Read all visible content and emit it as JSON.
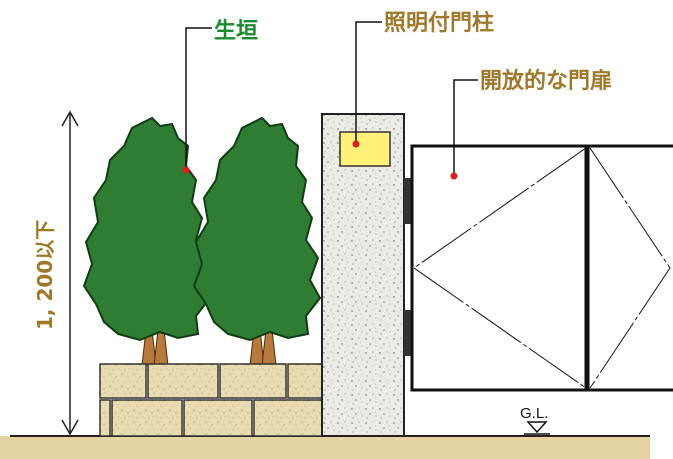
{
  "labels": {
    "hedge": "生垣",
    "gate_light_pillar": "照明付門柱",
    "open_gate": "開放的な門扉",
    "height_limit": "1, 200以下",
    "ground_level": "G.L."
  },
  "colors": {
    "label_green": "#1a8a2e",
    "label_brown": "#a0782a",
    "tree_green": "#2e7d32",
    "tree_outline": "#123d14",
    "trunk": "#b87a3a",
    "stone": "#e9dcb0",
    "pillar": "#eceae4",
    "lamp": "#fff07a",
    "ground": "#e6d3a3",
    "marker_red": "#e01b1b"
  }
}
